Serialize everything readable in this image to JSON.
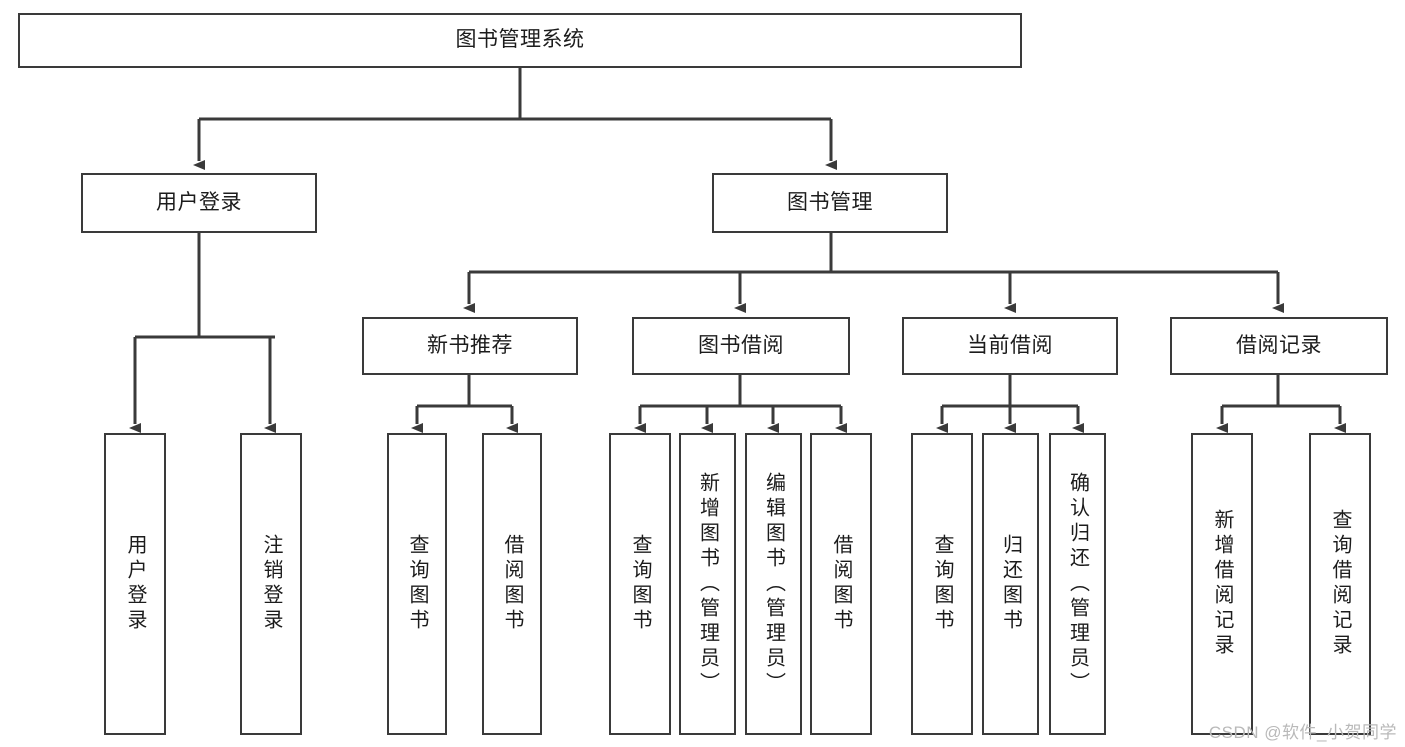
{
  "diagram": {
    "title": "图书管理系统",
    "type": "function-structure-tree",
    "orientation": "top-down",
    "style": {
      "box_border_color": "#3a3a3a",
      "box_fill_color": "#ffffff",
      "edge_color": "#3a3a3a",
      "background_color": "#ffffff",
      "text_color": "#1c1c1c"
    },
    "watermark": "CSDN @软件_小贺同学",
    "levels": [
      {
        "level": 1,
        "nodes": [
          {
            "id": "root",
            "label": "图书管理系统",
            "text_orientation": "horizontal"
          }
        ]
      },
      {
        "level": 2,
        "nodes": [
          {
            "id": "user-login",
            "label": "用户登录",
            "parent": "root",
            "text_orientation": "horizontal"
          },
          {
            "id": "book-management",
            "label": "图书管理",
            "parent": "root",
            "text_orientation": "horizontal"
          }
        ]
      },
      {
        "level": 3,
        "nodes": [
          {
            "id": "new-book-recommend",
            "label": "新书推荐",
            "parent": "book-management",
            "text_orientation": "horizontal"
          },
          {
            "id": "book-borrow",
            "label": "图书借阅",
            "parent": "book-management",
            "text_orientation": "horizontal"
          },
          {
            "id": "current-borrow",
            "label": "当前借阅",
            "parent": "book-management",
            "text_orientation": "horizontal"
          },
          {
            "id": "borrow-record",
            "label": "借阅记录",
            "parent": "book-management",
            "text_orientation": "horizontal"
          }
        ]
      },
      {
        "level": 4,
        "nodes": [
          {
            "id": "leaf-user-login",
            "label": "用户登录",
            "parent": "user-login",
            "text_orientation": "vertical"
          },
          {
            "id": "leaf-logout",
            "label": "注销登录",
            "parent": "user-login",
            "text_orientation": "vertical"
          },
          {
            "id": "leaf-query-book-1",
            "label": "查询图书",
            "parent": "new-book-recommend",
            "text_orientation": "vertical"
          },
          {
            "id": "leaf-borrow-book-1",
            "label": "借阅图书",
            "parent": "new-book-recommend",
            "text_orientation": "vertical"
          },
          {
            "id": "leaf-query-book-2",
            "label": "查询图书",
            "parent": "book-borrow",
            "text_orientation": "vertical"
          },
          {
            "id": "leaf-add-book",
            "label": "新增图书（管理员）",
            "parent": "book-borrow",
            "text_orientation": "vertical"
          },
          {
            "id": "leaf-edit-book",
            "label": "编辑图书（管理员）",
            "parent": "book-borrow",
            "text_orientation": "vertical"
          },
          {
            "id": "leaf-borrow-book-2",
            "label": "借阅图书",
            "parent": "book-borrow",
            "text_orientation": "vertical"
          },
          {
            "id": "leaf-query-book-3",
            "label": "查询图书",
            "parent": "current-borrow",
            "text_orientation": "vertical"
          },
          {
            "id": "leaf-return-book",
            "label": "归还图书",
            "parent": "current-borrow",
            "text_orientation": "vertical"
          },
          {
            "id": "leaf-confirm-return",
            "label": "确认归还（管理员）",
            "parent": "current-borrow",
            "text_orientation": "vertical"
          },
          {
            "id": "leaf-add-record",
            "label": "新增借阅记录",
            "parent": "borrow-record",
            "text_orientation": "vertical"
          },
          {
            "id": "leaf-query-record",
            "label": "查询借阅记录",
            "parent": "borrow-record",
            "text_orientation": "vertical"
          }
        ]
      }
    ]
  }
}
